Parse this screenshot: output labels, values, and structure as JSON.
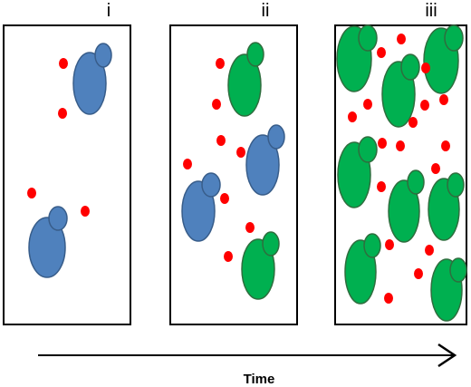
{
  "panels": [
    {
      "label": "i"
    },
    {
      "label": "ii"
    },
    {
      "label": "iii"
    }
  ],
  "axis": {
    "label": "Time"
  },
  "colors": {
    "blue_cell_fill": "#4f81bd",
    "blue_cell_stroke": "#385d8a",
    "green_cell_fill": "#00b050",
    "green_cell_stroke": "#2e6e3e",
    "dot": "#ff0000",
    "frame": "#000000"
  }
}
